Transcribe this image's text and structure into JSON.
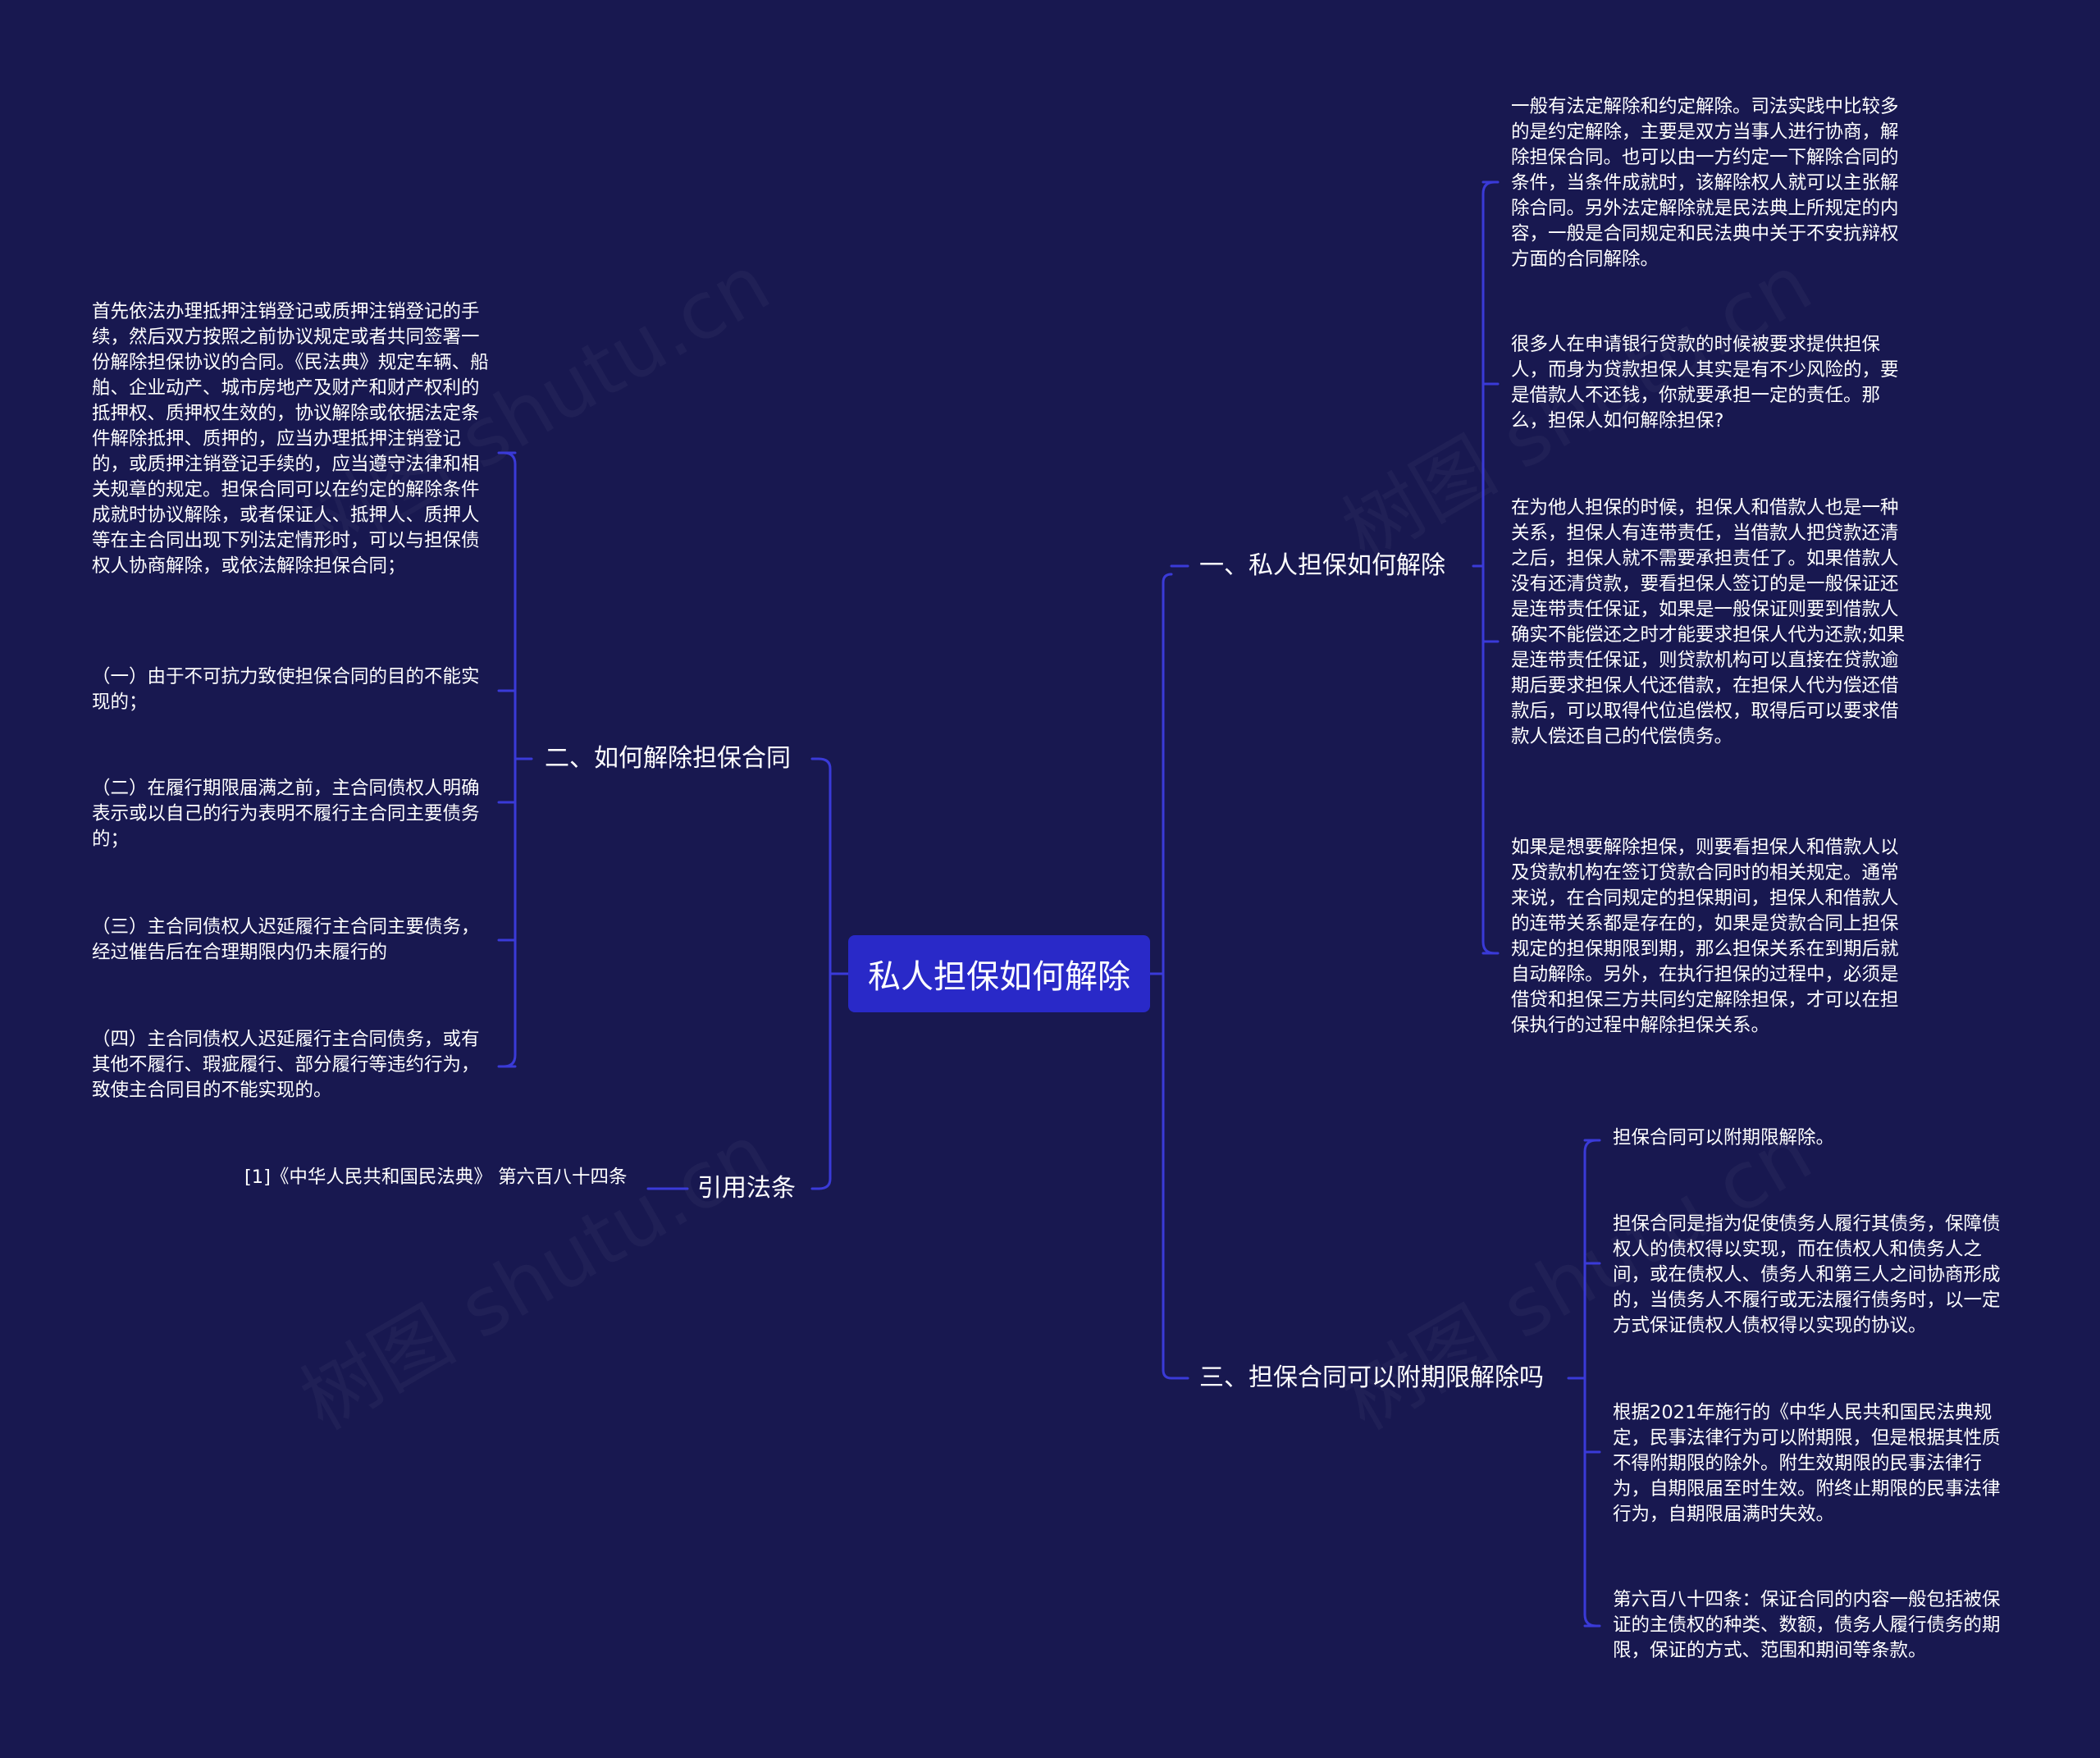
{
  "colors": {
    "background": "#181850",
    "root_fill": "#2929c8",
    "connector": "#3a3ad8",
    "text": "#ffffff"
  },
  "root": {
    "label": "私人担保如何解除"
  },
  "watermark": "树图 shutu.cn",
  "branches": {
    "b1": {
      "label": "一、私人担保如何解除",
      "leaves": [
        "一般有法定解除和约定解除。司法实践中比较多的是约定解除，主要是双方当事人进行协商，解除担保合同。也可以由一方约定一下解除合同的条件，当条件成就时，该解除权人就可以主张解除合同。另外法定解除就是民法典上所规定的内容，一般是合同规定和民法典中关于不安抗辩权方面的合同解除。",
        "很多人在申请银行贷款的时候被要求提供担保人，而身为贷款担保人其实是有不少风险的，要是借款人不还钱，你就要承担一定的责任。那么，担保人如何解除担保?",
        "在为他人担保的时候，担保人和借款人也是一种关系，担保人有连带责任，当借款人把贷款还清之后，担保人就不需要承担责任了。如果借款人没有还清贷款，要看担保人签订的是一般保证还是连带责任保证，如果是一般保证则要到借款人确实不能偿还之时才能要求担保人代为还款;如果是连带责任保证，则贷款机构可以直接在贷款逾期后要求担保人代还借款，在担保人代为偿还借款后，可以取得代位追偿权，取得后可以要求借款人偿还自己的代偿债务。",
        "如果是想要解除担保，则要看担保人和借款人以及贷款机构在签订贷款合同时的相关规定。通常来说，在合同规定的担保期间，担保人和借款人的连带关系都是存在的，如果是贷款合同上担保规定的担保期限到期，那么担保关系在到期后就自动解除。另外，在执行担保的过程中，必须是借贷和担保三方共同约定解除担保，才可以在担保执行的过程中解除担保关系。"
      ]
    },
    "b2": {
      "label": "二、如何解除担保合同",
      "leaves": [
        "首先依法办理抵押注销登记或质押注销登记的手续，然后双方按照之前协议规定或者共同签署一份解除担保协议的合同。《民法典》规定车辆、船舶、企业动产、城市房地产及财产和财产权利的抵押权、质押权生效的，协议解除或依据法定条件解除抵押、质押的，应当办理抵押注销登记的，或质押注销登记手续的，应当遵守法律和相关规章的规定。担保合同可以在约定的解除条件成就时协议解除，或者保证人、抵押人、质押人等在主合同出现下列法定情形时，可以与担保债权人协商解除，或依法解除担保合同；",
        "（一）由于不可抗力致使担保合同的目的不能实现的；",
        "（二）在履行期限届满之前，主合同债权人明确表示或以自己的行为表明不履行主合同主要债务的；",
        "（三）主合同债权人迟延履行主合同主要债务，经过催告后在合理期限内仍未履行的",
        "（四）主合同债权人迟延履行主合同债务，或有其他不履行、瑕疵履行、部分履行等违约行为，致使主合同目的不能实现的。"
      ]
    },
    "b3": {
      "label": "三、担保合同可以附期限解除吗",
      "leaves": [
        "担保合同可以附期限解除。",
        "担保合同是指为促使债务人履行其债务，保障债权人的债权得以实现，而在债权人和债务人之间，或在债权人、债务人和第三人之间协商形成的，当债务人不履行或无法履行债务时，以一定方式保证债权人债权得以实现的协议。",
        "根据2021年施行的《中华人民共和国民法典规定，民事法律行为可以附期限，但是根据其性质不得附期限的除外。附生效期限的民事法律行为，自期限届至时生效。附终止期限的民事法律行为，自期限届满时失效。",
        "第六百八十四条：保证合同的内容一般包括被保证的主债权的种类、数额，债务人履行债务的期限，保证的方式、范围和期间等条款。"
      ]
    },
    "b4": {
      "label": "引用法条",
      "leaves": [
        "[1]《中华人民共和国民法典》 第六百八十四条"
      ]
    }
  }
}
